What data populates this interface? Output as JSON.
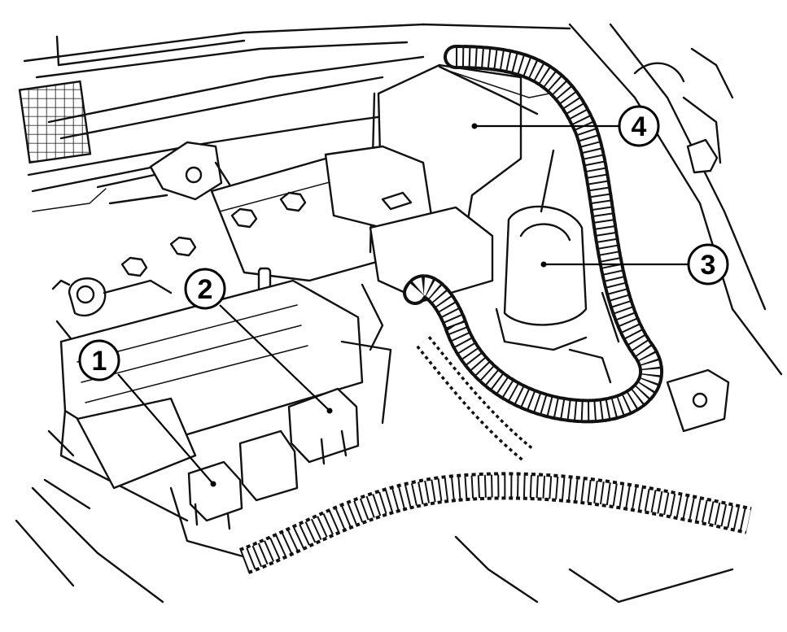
{
  "diagram": {
    "callouts": [
      {
        "id": "callout-1",
        "label": "1"
      },
      {
        "id": "callout-2",
        "label": "2"
      },
      {
        "id": "callout-3",
        "label": "3"
      },
      {
        "id": "callout-4",
        "label": "4"
      }
    ]
  }
}
